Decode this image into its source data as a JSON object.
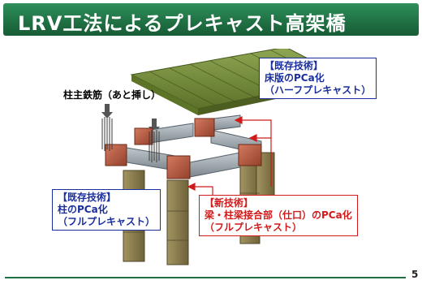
{
  "title": "LRV工法によるプレキャスト高架橋",
  "page_number": "5",
  "labels": {
    "column_rebar": "柱主鉄筋（あと挿し）",
    "floor_slab": {
      "tag": "【既存技術】",
      "line1": "床版のPCa化",
      "line2": "（ハーフプレキャスト）"
    },
    "column": {
      "tag": "【既存技術】",
      "line1": "柱のPCa化",
      "line2": "（フルプレキャスト）"
    },
    "joint": {
      "tag": "【新技術】",
      "line1": "梁・柱梁接合部（仕口）のPCa化",
      "line2": "（フルプレキャスト）"
    }
  },
  "colors": {
    "title_bar": "#1f6f42",
    "existing_tech": "#1a2f9c",
    "new_tech": "#d11a1a",
    "column_fill": "#8a7d4e",
    "beam_fill": "#9aa3a8",
    "joint_fill": "#b5513a",
    "slab_fill": "#6f8a3a"
  }
}
